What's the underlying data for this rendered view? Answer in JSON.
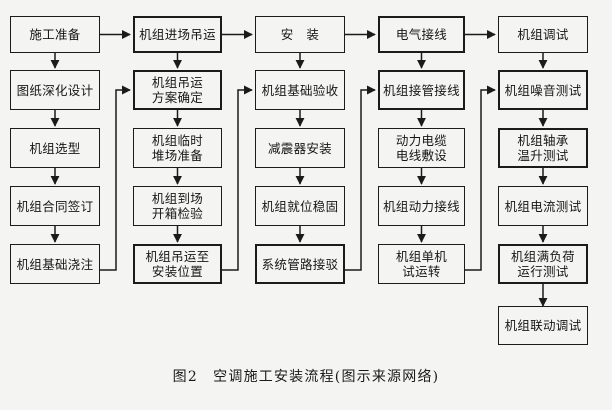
{
  "figure": {
    "caption": "图2　空调施工安装流程(图示来源网络)",
    "background_color": "#f4f4f2",
    "line_color": "#1b1b1b",
    "text_color": "#161616"
  },
  "chart_data": {
    "type": "diagram",
    "title": "空调施工安装流程",
    "columns": [
      {
        "id": "col1",
        "header": "施工准备",
        "nodes": [
          "施工准备",
          "图纸深化设计",
          "机组选型",
          "机组合同签订",
          "机组基础浇注"
        ]
      },
      {
        "id": "col2",
        "header": "机组进场吊运",
        "nodes": [
          "机组进场吊运",
          "机组吊运\n方案确定",
          "机组临时\n堆场准备",
          "机组到场\n开箱检验",
          "机组吊运至\n安装位置"
        ]
      },
      {
        "id": "col3",
        "header": "安　装",
        "nodes": [
          "安　装",
          "机组基础验收",
          "减震器安装",
          "机组就位稳固",
          "系统管路接驳"
        ]
      },
      {
        "id": "col4",
        "header": "电气接线",
        "nodes": [
          "电气接线",
          "机组接管接线",
          "动力电缆\n电线敷设",
          "机组动力接线",
          "机组单机\n试运转"
        ]
      },
      {
        "id": "col5",
        "header": "机组调试",
        "nodes": [
          "机组调试",
          "机组噪音测试",
          "机组轴承\n温升测试",
          "机组电流测试",
          "机组满负荷\n运行测试",
          "机组联动调试"
        ]
      }
    ],
    "flow_edges_horizontal_top": [
      "施工准备 → 机组进场吊运",
      "机组进场吊运 → 安　装",
      "安　装 → 电气接线",
      "电气接线 → 机组调试"
    ],
    "flow_edges_feedback": [
      "机组基础浇注 → 机组吊运方案确定",
      "机组吊运至安装位置 → 机组基础验收",
      "系统管路接驳 → 机组接管接线",
      "机组单机试运转 → 机组噪音测试"
    ]
  }
}
